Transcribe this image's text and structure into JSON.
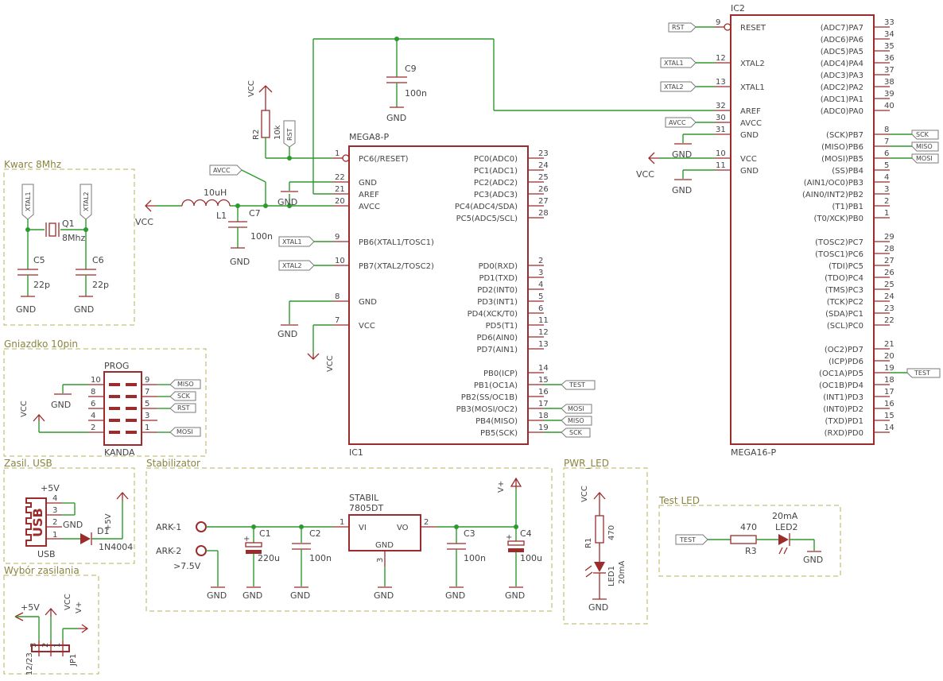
{
  "frames": {
    "kwarc": "Kwarc 8Mhz",
    "gniazdko": "Gniazdko 10pin",
    "zasil": "Zasil. USB",
    "stabilizator": "Stabilizator",
    "wybor": "Wybór zasilania",
    "pwr_led": "PWR_LED",
    "test_led": "Test LED"
  },
  "ic1": {
    "name": "IC1",
    "value": "MEGA8-P",
    "left_pins": [
      {
        "num": "1",
        "name": "PC6(/RESET)"
      },
      {
        "num": "22",
        "name": "GND"
      },
      {
        "num": "21",
        "name": "AREF"
      },
      {
        "num": "20",
        "name": "AVCC"
      },
      {
        "num": "9",
        "name": "PB6(XTAL1/TOSC1)"
      },
      {
        "num": "10",
        "name": "PB7(XTAL2/TOSC2)"
      },
      {
        "num": "8",
        "name": "GND"
      },
      {
        "num": "7",
        "name": "VCC"
      }
    ],
    "right_pins": [
      {
        "num": "23",
        "name": "PC0(ADC0)"
      },
      {
        "num": "24",
        "name": "PC1(ADC1)"
      },
      {
        "num": "25",
        "name": "PC2(ADC2)"
      },
      {
        "num": "26",
        "name": "PC3(ADC3)"
      },
      {
        "num": "27",
        "name": "PC4(ADC4/SDA)"
      },
      {
        "num": "28",
        "name": "PC5(ADC5/SCL)"
      },
      {
        "num": "2",
        "name": "PD0(RXD)"
      },
      {
        "num": "3",
        "name": "PD1(TXD)"
      },
      {
        "num": "4",
        "name": "PD2(INT0)"
      },
      {
        "num": "5",
        "name": "PD3(INT1)"
      },
      {
        "num": "6",
        "name": "PD4(XCK/T0)"
      },
      {
        "num": "11",
        "name": "PD5(T1)"
      },
      {
        "num": "12",
        "name": "PD6(AIN0)"
      },
      {
        "num": "13",
        "name": "PD7(AIN1)"
      },
      {
        "num": "14",
        "name": "PB0(ICP)"
      },
      {
        "num": "15",
        "name": "PB1(OC1A)"
      },
      {
        "num": "16",
        "name": "PB2(SS/OC1B)"
      },
      {
        "num": "17",
        "name": "PB3(MOSI/OC2)"
      },
      {
        "num": "18",
        "name": "PB4(MISO)"
      },
      {
        "num": "19",
        "name": "PB5(SCK)"
      }
    ]
  },
  "ic2": {
    "name": "IC2",
    "value": "MEGA16-P",
    "left_pins": [
      {
        "num": "9",
        "name": "RESET"
      },
      {
        "num": "12",
        "name": "XTAL2"
      },
      {
        "num": "13",
        "name": "XTAL1"
      },
      {
        "num": "32",
        "name": "AREF"
      },
      {
        "num": "30",
        "name": "AVCC"
      },
      {
        "num": "31",
        "name": "GND"
      },
      {
        "num": "10",
        "name": "VCC"
      },
      {
        "num": "11",
        "name": "GND"
      }
    ],
    "right_pins": [
      {
        "num": "33",
        "name": "(ADC7)PA7"
      },
      {
        "num": "34",
        "name": "(ADC6)PA6"
      },
      {
        "num": "35",
        "name": "(ADC5)PA5"
      },
      {
        "num": "36",
        "name": "(ADC4)PA4"
      },
      {
        "num": "37",
        "name": "(ADC3)PA3"
      },
      {
        "num": "38",
        "name": "(ADC2)PA2"
      },
      {
        "num": "39",
        "name": "(ADC1)PA1"
      },
      {
        "num": "40",
        "name": "(ADC0)PA0"
      },
      {
        "num": "8",
        "name": "(SCK)PB7"
      },
      {
        "num": "7",
        "name": "(MISO)PB6"
      },
      {
        "num": "6",
        "name": "(MOSI)PB5"
      },
      {
        "num": "5",
        "name": "(SS)PB4"
      },
      {
        "num": "4",
        "name": "(AIN1/OC0)PB3"
      },
      {
        "num": "3",
        "name": "(AIN0/INT2)PB2"
      },
      {
        "num": "2",
        "name": "(T1)PB1"
      },
      {
        "num": "1",
        "name": "(T0/XCK)PB0"
      },
      {
        "num": "29",
        "name": "(TOSC2)PC7"
      },
      {
        "num": "28",
        "name": "(TOSC1)PC6"
      },
      {
        "num": "27",
        "name": "(TDI)PC5"
      },
      {
        "num": "26",
        "name": "(TDO)PC4"
      },
      {
        "num": "25",
        "name": "(TMS)PC3"
      },
      {
        "num": "24",
        "name": "(TCK)PC2"
      },
      {
        "num": "23",
        "name": "(SDA)PC1"
      },
      {
        "num": "22",
        "name": "(SCL)PC0"
      },
      {
        "num": "21",
        "name": "(OC2)PD7"
      },
      {
        "num": "20",
        "name": "(ICP)PD6"
      },
      {
        "num": "19",
        "name": "(OC1A)PD5"
      },
      {
        "num": "18",
        "name": "(OC1B)PD4"
      },
      {
        "num": "17",
        "name": "(INT1)PD3"
      },
      {
        "num": "16",
        "name": "(INT0)PD2"
      },
      {
        "num": "15",
        "name": "(TXD)PD1"
      },
      {
        "num": "14",
        "name": "(RXD)PD0"
      }
    ]
  },
  "nets": {
    "rst": "RST",
    "xtal1": "XTAL1",
    "xtal2": "XTAL2",
    "avcc": "AVCC",
    "sck": "SCK",
    "miso": "MISO",
    "mosi": "MOSI",
    "test": "TEST",
    "vcc": "VCC",
    "gnd": "GND",
    "plus5v": "+5V",
    "vplus": "V+"
  },
  "parts": {
    "c9": {
      "name": "C9",
      "value": "100n"
    },
    "r2": {
      "name": "R2",
      "value": "10k"
    },
    "l1": {
      "name": "L1",
      "value": "10uH"
    },
    "c7": {
      "name": "C7",
      "value": "100n"
    },
    "q1": {
      "name": "Q1",
      "value": "8Mhz"
    },
    "c5": {
      "name": "C5",
      "value": "22p"
    },
    "c6": {
      "name": "C6",
      "value": "22p"
    },
    "prog": {
      "name": "PROG",
      "value": "KANDA",
      "pins_left": [
        "10",
        "8",
        "6",
        "4",
        "2"
      ],
      "pins_right": [
        "9",
        "7",
        "5",
        "3",
        "1"
      ]
    },
    "usb": {
      "name": "USB",
      "value": "USB",
      "pins": [
        "4",
        "3",
        "2",
        "1"
      ]
    },
    "d1": {
      "name": "D1",
      "value": "1N4004"
    },
    "ark1": "ARK-1",
    "ark2": "ARK-2",
    "ark2_note": ">7.5V",
    "c1": {
      "name": "C1",
      "value": "220u"
    },
    "c2": {
      "name": "C2",
      "value": "100n"
    },
    "stabil": {
      "name": "STABIL",
      "value": "7805DT",
      "vi": "VI",
      "vo": "VO",
      "gnd": "GND",
      "pin1": "1",
      "pin2": "2",
      "pin3": "3"
    },
    "c3": {
      "name": "C3",
      "value": "100n"
    },
    "c4": {
      "name": "C4",
      "value": "100u"
    },
    "r1": {
      "name": "R1",
      "value": "470"
    },
    "led1": {
      "name": "LED1",
      "value": "20mA"
    },
    "r3": {
      "name": "R3",
      "value": "470"
    },
    "led2": {
      "name": "LED2",
      "value": "20mA"
    },
    "jp1": {
      "name": "JP1",
      "value": "12/23",
      "pins": [
        "3",
        "2",
        "1"
      ]
    }
  }
}
